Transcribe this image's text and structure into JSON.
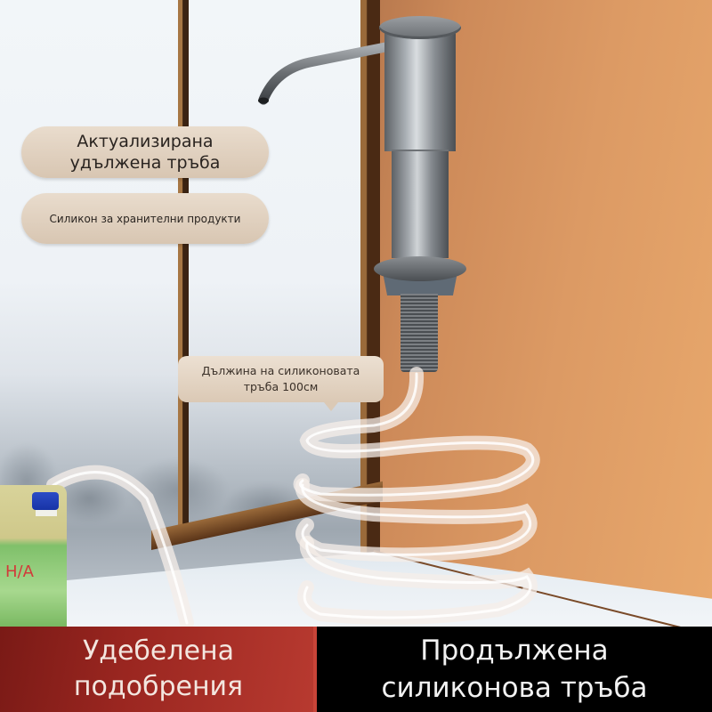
{
  "product": "Soap dispenser with extended silicone tube",
  "labels": {
    "feature_top_line1": "Актуализирана",
    "feature_top_line2": "удължена тръба",
    "feature_silicone": "Силикон за хранителни продукти",
    "tube_length_line1": "Дължина на силиконовата",
    "tube_length_line2": "тръба 100см",
    "jug_label": "H/A"
  },
  "banner": {
    "left_line1": "Удебелена",
    "left_line2": "подобрения",
    "right_line1": "Продължена",
    "right_line2": "силиконова тръба"
  },
  "colors": {
    "banner_left": "#9a2620",
    "banner_right": "#000000",
    "wall": "#dc9a64",
    "pill_bg": "#e0d0be",
    "dispenser_metal": "#8a8f94",
    "jug_cap": "#1f3db3"
  },
  "icons": {
    "dispenser": "soap-dispenser-pump-icon",
    "tube": "silicone-tube-coil-icon",
    "jug": "detergent-jug-icon"
  }
}
